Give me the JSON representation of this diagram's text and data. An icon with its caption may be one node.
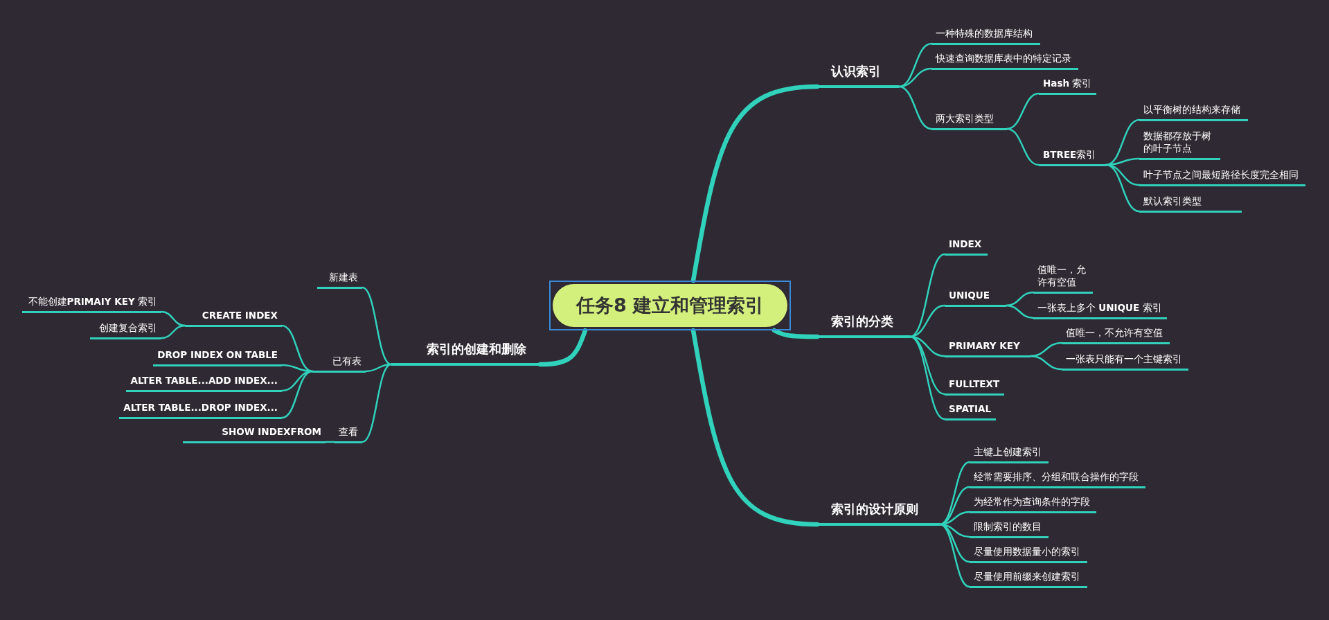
{
  "diagram": {
    "nodes": [
      {
        "text": [
          "任务8 建立和管理索引"
        ]
      },
      {
        "text": [
          "认识索引"
        ]
      },
      {
        "text": [
          "一种特殊的数据库结构"
        ]
      },
      {
        "text": [
          "快速查询数据库表中的特定记录"
        ]
      },
      {
        "text": [
          "两大索引类型"
        ]
      },
      {
        "text": [
          "**Hash** 索引"
        ]
      },
      {
        "text": [
          "**BTREE**索引"
        ]
      },
      {
        "text": [
          "以平衡树的结构来存储"
        ]
      },
      {
        "text": [
          "数据都存放于树的叶子节点"
        ]
      },
      {
        "text": [
          "叶子节点之间最短路径长度完全相同"
        ]
      },
      {
        "text": [
          "默认索引类型"
        ]
      },
      {
        "text": [
          "索引的分类"
        ]
      },
      {
        "text": [
          "INDEX"
        ]
      },
      {
        "text": [
          "UNIQUE"
        ]
      },
      {
        "text": [
          "值唯一，允许有空值"
        ]
      },
      {
        "text": [
          "一张表上多个 **UNIQUE** 索引"
        ]
      },
      {
        "text": [
          "PRIMARY KEY"
        ]
      },
      {
        "text": [
          "值唯一，不允许有空值"
        ]
      },
      {
        "text": [
          "一张表只能有一个主键索引"
        ]
      },
      {
        "text": [
          "FULLTEXT"
        ]
      },
      {
        "text": [
          "SPATIAL"
        ]
      },
      {
        "text": [
          "索引的设计原则"
        ]
      },
      {
        "text": [
          "主键上创建索引"
        ]
      },
      {
        "text": [
          "经常需要排序、分组和联合操作的字段"
        ]
      },
      {
        "text": [
          "为经常作为查询条件的字段"
        ]
      },
      {
        "text": [
          "限制索引的数目"
        ]
      },
      {
        "text": [
          "尽量使用数据量小的索引"
        ]
      },
      {
        "text": [
          "尽量使用前缀来创建索引"
        ]
      },
      {
        "text": [
          "索引的创建和删除"
        ]
      },
      {
        "text": [
          "新建表"
        ]
      },
      {
        "text": [
          "已有表"
        ]
      },
      {
        "text": [
          "CREATE INDEX"
        ]
      },
      {
        "text": [
          "不能创建**PRIMAIY KEY** 索引"
        ]
      },
      {
        "text": [
          "创建复合索引"
        ]
      },
      {
        "text": [
          "DROP INDEX ON TABLE"
        ]
      },
      {
        "text": [
          "ALTER TABLE...ADD INDEX..."
        ]
      },
      {
        "text": [
          "ALTER TABLE...DROP INDEX..."
        ]
      },
      {
        "text": [
          "查看"
        ]
      },
      {
        "text": [
          "SHOW INDEXFROM"
        ]
      }
    ],
    "edges": [
      {
        "from": 0,
        "to": 1,
        "arrow": "none",
        "style": "thick"
      },
      {
        "from": 0,
        "to": 11,
        "arrow": "none",
        "style": "thick"
      },
      {
        "from": 0,
        "to": 21,
        "arrow": "none",
        "style": "thick"
      },
      {
        "from": 0,
        "to": 28,
        "arrow": "none",
        "style": "thick"
      },
      {
        "from": 1,
        "to": 2,
        "arrow": "none"
      },
      {
        "from": 1,
        "to": 3,
        "arrow": "none"
      },
      {
        "from": 1,
        "to": 4,
        "arrow": "none"
      },
      {
        "from": 4,
        "to": 5,
        "arrow": "none"
      },
      {
        "from": 4,
        "to": 6,
        "arrow": "none"
      },
      {
        "from": 6,
        "to": 7,
        "arrow": "none"
      },
      {
        "from": 6,
        "to": 8,
        "arrow": "none"
      },
      {
        "from": 6,
        "to": 9,
        "arrow": "none"
      },
      {
        "from": 6,
        "to": 10,
        "arrow": "none"
      },
      {
        "from": 11,
        "to": 12,
        "arrow": "none"
      },
      {
        "from": 11,
        "to": 13,
        "arrow": "none"
      },
      {
        "from": 11,
        "to": 16,
        "arrow": "none"
      },
      {
        "from": 11,
        "to": 19,
        "arrow": "none"
      },
      {
        "from": 11,
        "to": 20,
        "arrow": "none"
      },
      {
        "from": 13,
        "to": 14,
        "arrow": "none"
      },
      {
        "from": 13,
        "to": 15,
        "arrow": "none"
      },
      {
        "from": 16,
        "to": 17,
        "arrow": "none"
      },
      {
        "from": 16,
        "to": 18,
        "arrow": "none"
      },
      {
        "from": 21,
        "to": 22,
        "arrow": "none"
      },
      {
        "from": 21,
        "to": 23,
        "arrow": "none"
      },
      {
        "from": 21,
        "to": 24,
        "arrow": "none"
      },
      {
        "from": 21,
        "to": 25,
        "arrow": "none"
      },
      {
        "from": 21,
        "to": 26,
        "arrow": "none"
      },
      {
        "from": 21,
        "to": 27,
        "arrow": "none"
      },
      {
        "from": 28,
        "to": 29,
        "arrow": "none"
      },
      {
        "from": 28,
        "to": 30,
        "arrow": "none"
      },
      {
        "from": 28,
        "to": 37,
        "arrow": "none"
      },
      {
        "from": 30,
        "to": 31,
        "arrow": "none"
      },
      {
        "from": 30,
        "to": 34,
        "arrow": "none"
      },
      {
        "from": 30,
        "to": 35,
        "arrow": "none"
      },
      {
        "from": 30,
        "to": 36,
        "arrow": "none"
      },
      {
        "from": 31,
        "to": 32,
        "arrow": "none"
      },
      {
        "from": 31,
        "to": 33,
        "arrow": "none"
      },
      {
        "from": 37,
        "to": 38,
        "arrow": "none"
      }
    ]
  }
}
